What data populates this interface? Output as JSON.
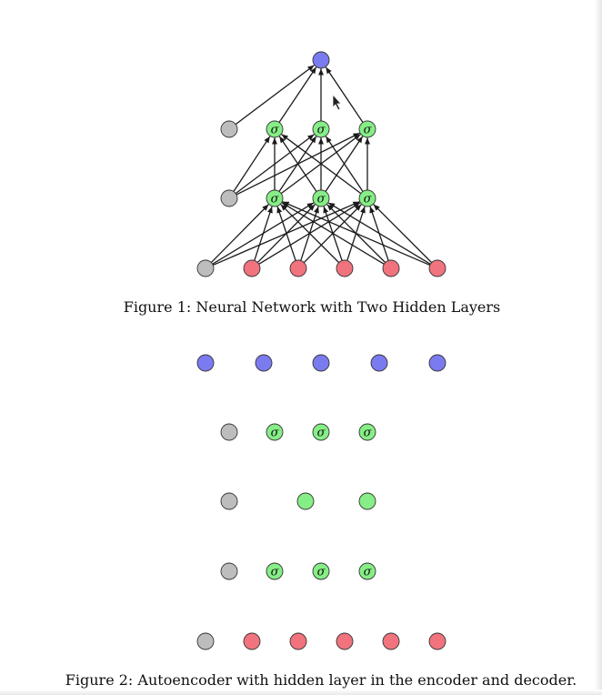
{
  "figure1": {
    "caption": "Figure 1: Neural Network with Two Hidden Layers",
    "node_label": "σ"
  },
  "figure2": {
    "caption": "Figure 2: Autoencoder with hidden layer in the encoder and decoder."
  },
  "colors": {
    "output_node": "#7b7bf0",
    "sigma_node": "#86ee86",
    "input_node": "#f0737d",
    "bias_node": "#bdbdbd",
    "edge": "#1a1a1a"
  }
}
